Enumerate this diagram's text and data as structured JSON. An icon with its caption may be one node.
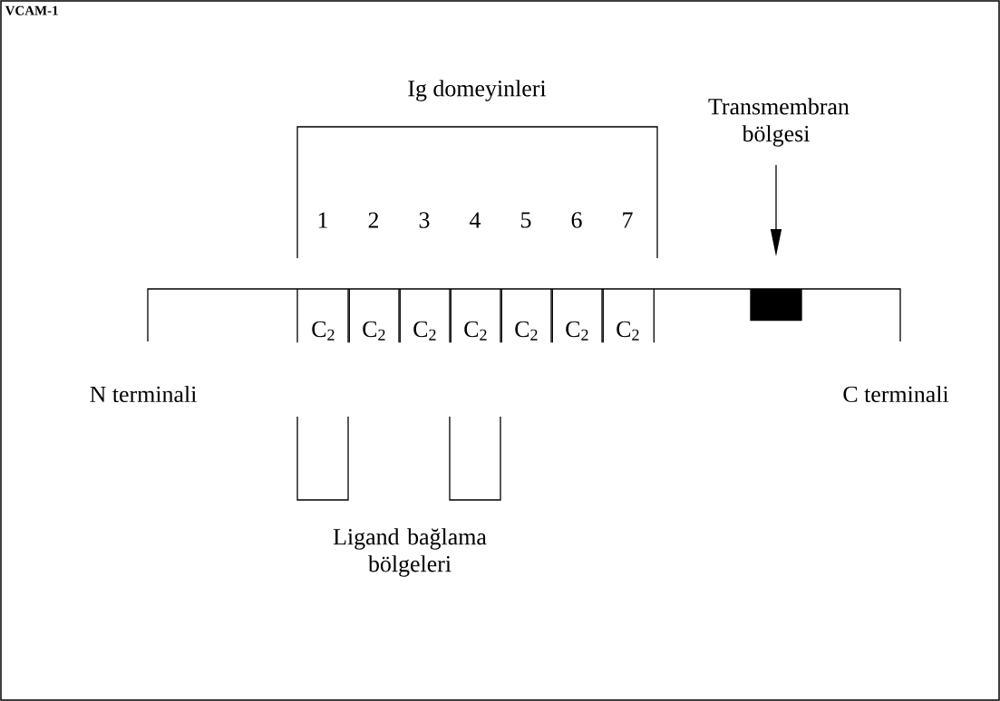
{
  "diagram": {
    "title": "VCAM-1",
    "nodes": [
      {
        "text": [
          "C$_{2}$"
        ]
      },
      {
        "text": [
          "C$_{2}$"
        ]
      },
      {
        "text": [
          "C$_{2}$"
        ]
      },
      {
        "text": [
          "C$_{2}$"
        ]
      },
      {
        "text": [
          "C$_{2}$"
        ]
      },
      {
        "text": [
          "C$_{2}$"
        ]
      },
      {
        "text": [
          "C$_{2}$"
        ]
      },
      {
        "text": [
          "Transmembran bölgesi"
        ]
      },
      {
        "text": [],
        "shape": "box"
      }
    ],
    "edges": [
      {
        "from": 7,
        "to": 8,
        "arrow": "to"
      }
    ],
    "labels": [
      "Ig domeyinleri",
      "1",
      "2",
      "3",
      "4",
      "5",
      "6",
      "7",
      "N terminali",
      "C terminali",
      "Ligand bağlama bölgeleri"
    ]
  }
}
